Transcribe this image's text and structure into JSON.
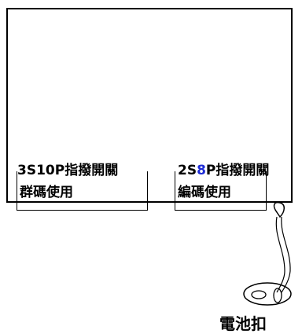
{
  "left_label": {
    "title": "3S10P指撥開關",
    "subtitle": "群碼使用"
  },
  "right_label": {
    "title_prefix": "2S",
    "title_accent": "8",
    "title_suffix": "P指撥開關",
    "subtitle": "編碼使用"
  },
  "battery": {
    "caption": "電池扣"
  },
  "colors": {
    "outline": "#000000",
    "accent": "#1d2bd6",
    "background": "#ffffff"
  }
}
